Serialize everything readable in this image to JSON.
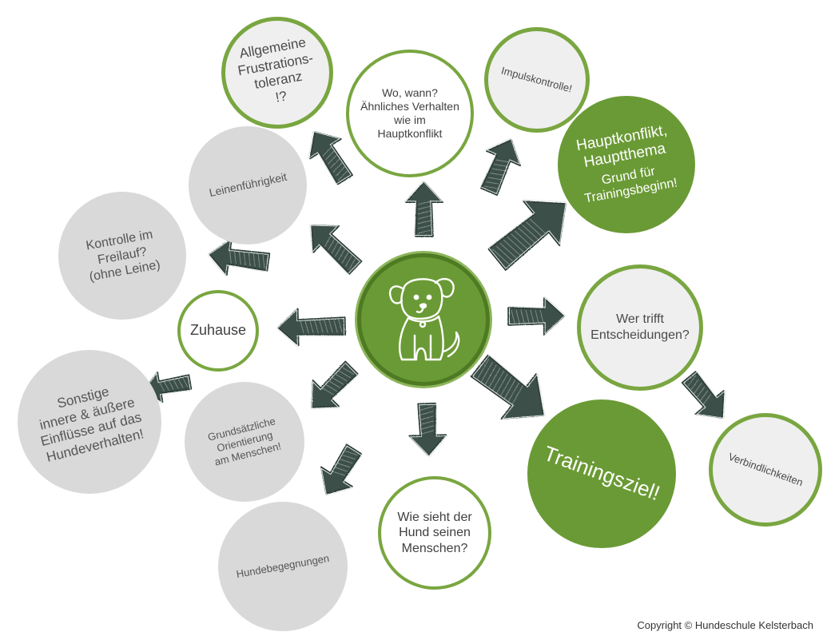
{
  "colors": {
    "green": "#6a9a35",
    "green_ring": "#79a640",
    "grey_fill": "#d9d9d9",
    "light_fill": "#efefef",
    "arrow": "#3d4f4a",
    "text_grey": "#555555"
  },
  "center": {
    "icon": "dog-icon"
  },
  "nodes": {
    "frustration": "Allgemeine\nFrustrations-\ntoleranz\n!?",
    "where_when": "Wo, wann?\nÄhnliches Verhalten\nwie im\nHauptkonflikt",
    "impulse": "Impulskontrolle!",
    "main_conflict_title": "Hauptkonflikt,\nHauptthema",
    "main_conflict_sub": "Grund für\nTrainingsbeginn!",
    "leash": "Leinenführigkeit",
    "offleash": "Kontrolle im\nFreilauf?\n(ohne Leine)",
    "home": "Zuhause",
    "decisions": "Wer trifft\nEntscheidungen?",
    "other": "Sonstige\ninnere & äußere\nEinflüsse auf das\nHundeverhalten!",
    "orientation": "Grundsätzliche\nOrientierung\nam Menschen!",
    "goal": "Trainingsziel!",
    "commitments": "Verbindlichkeiten",
    "how_sees": "Wie sieht der\nHund seinen\nMenschen?",
    "dog_encounters": "Hundebegegnungen"
  },
  "footer": {
    "copyright": "Copyright ©  Hundeschule Kelsterbach"
  }
}
